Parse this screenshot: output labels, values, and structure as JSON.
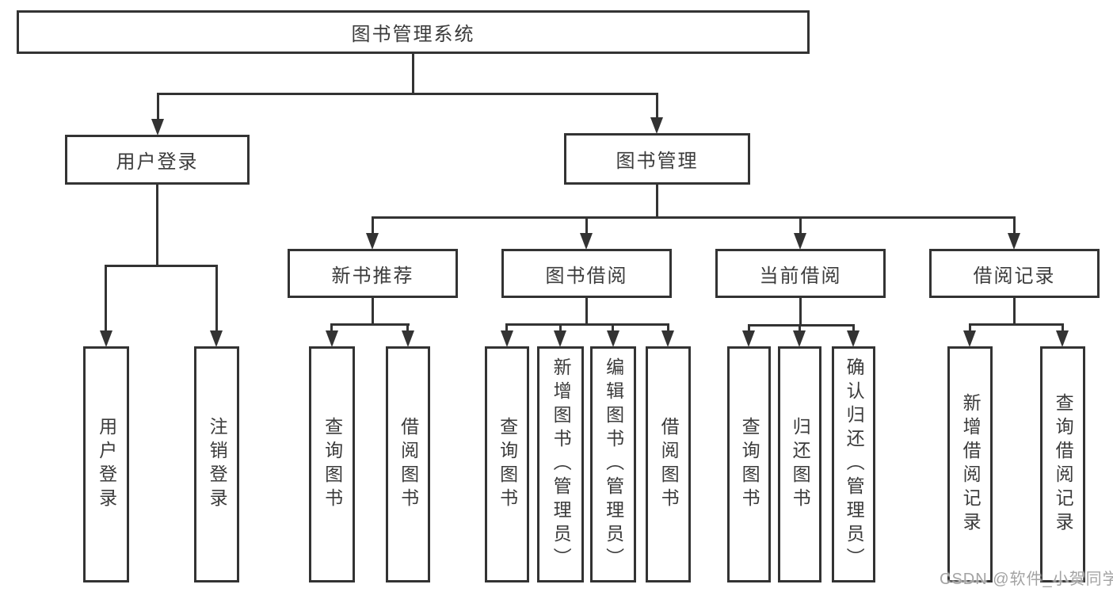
{
  "diagram_type": "hierarchy-tree",
  "colors": {
    "line": "#333333",
    "box_border": "#333333",
    "box_fill": "#ffffff",
    "text": "#3b3b3b",
    "watermark": "#a3a3a3",
    "background": "#ffffff"
  },
  "watermark": "CSDN @软件_小贺同学",
  "tree": {
    "label": "图书管理系统",
    "children": [
      {
        "label": "用户登录",
        "children": [
          {
            "label": "用户登录"
          },
          {
            "label": "注销登录"
          }
        ]
      },
      {
        "label": "图书管理",
        "children": [
          {
            "label": "新书推荐",
            "children": [
              {
                "label": "查询图书"
              },
              {
                "label": "借阅图书"
              }
            ]
          },
          {
            "label": "图书借阅",
            "children": [
              {
                "label": "查询图书"
              },
              {
                "label": "新增图书（管理员）"
              },
              {
                "label": "编辑图书（管理员）"
              },
              {
                "label": "借阅图书"
              }
            ]
          },
          {
            "label": "当前借阅",
            "children": [
              {
                "label": "查询图书"
              },
              {
                "label": "归还图书"
              },
              {
                "label": "确认归还（管理员）"
              }
            ]
          },
          {
            "label": "借阅记录",
            "children": [
              {
                "label": "新增借阅记录"
              },
              {
                "label": "查询借阅记录"
              }
            ]
          }
        ]
      }
    ]
  }
}
